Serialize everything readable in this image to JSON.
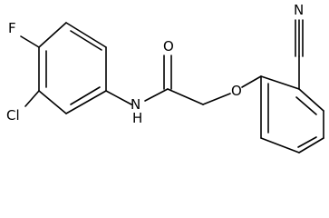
{
  "molecule": {
    "atoms": {
      "N_nitrile": "N",
      "O_carbonyl": "O",
      "O_ether": "O",
      "F": "F",
      "Cl": "Cl",
      "NH": "N",
      "H": "H"
    }
  },
  "colors": {
    "bond": "#000000",
    "label": "#000000",
    "background": "#ffffff"
  }
}
